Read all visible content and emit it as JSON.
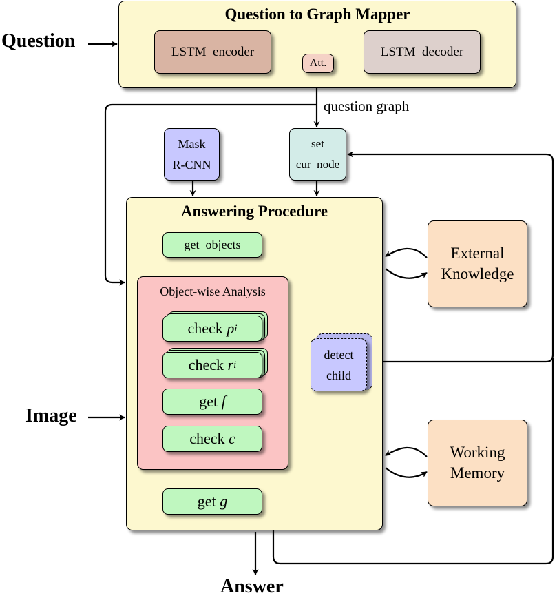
{
  "mapper": {
    "title": "Question to Graph Mapper",
    "encoder_label": "LSTM  encoder",
    "attention_label": "Att.",
    "decoder_label": "LSTM  decoder"
  },
  "inputs": {
    "question": "Question",
    "image": "Image"
  },
  "output": {
    "answer": "Answer"
  },
  "edges": {
    "question_graph": "question graph"
  },
  "mask_rcnn": {
    "line1": "Mask",
    "line2": "R-CNN"
  },
  "set_node": {
    "line1": "set",
    "line2": "cur_node"
  },
  "answering": {
    "title": "Answering Procedure",
    "get_objects": "get  objects",
    "get_g_text": "get",
    "get_g_var": "g"
  },
  "object_analysis": {
    "title": "Object-wise Analysis",
    "check_p_text": "check",
    "check_p_var": "p",
    "check_p_sub": "i",
    "check_r_text": "check",
    "check_r_var": "r",
    "check_r_sub": "i",
    "get_f_text": "get",
    "get_f_var": "f",
    "check_c_text": "check",
    "check_c_var": "c"
  },
  "detect_child": {
    "line1": "detect",
    "line2": "child"
  },
  "external_knowledge": {
    "line1": "External",
    "line2": "Knowledge"
  },
  "working_memory": {
    "line1": "Working",
    "line2": "Memory"
  },
  "colors": {
    "panel_yellow": "#fdf8cf",
    "encoder": "#d9b4a3",
    "decoder": "#ddd0cc",
    "attention": "#f5d2c6",
    "mask_rcnn": "#c8c8ff",
    "set_node": "#d3ece8",
    "object_analysis": "#fbc4c4",
    "green_box": "#bff7bf",
    "detect_child": "#c8c8ff",
    "knowledge_memory": "#fce0c4"
  }
}
